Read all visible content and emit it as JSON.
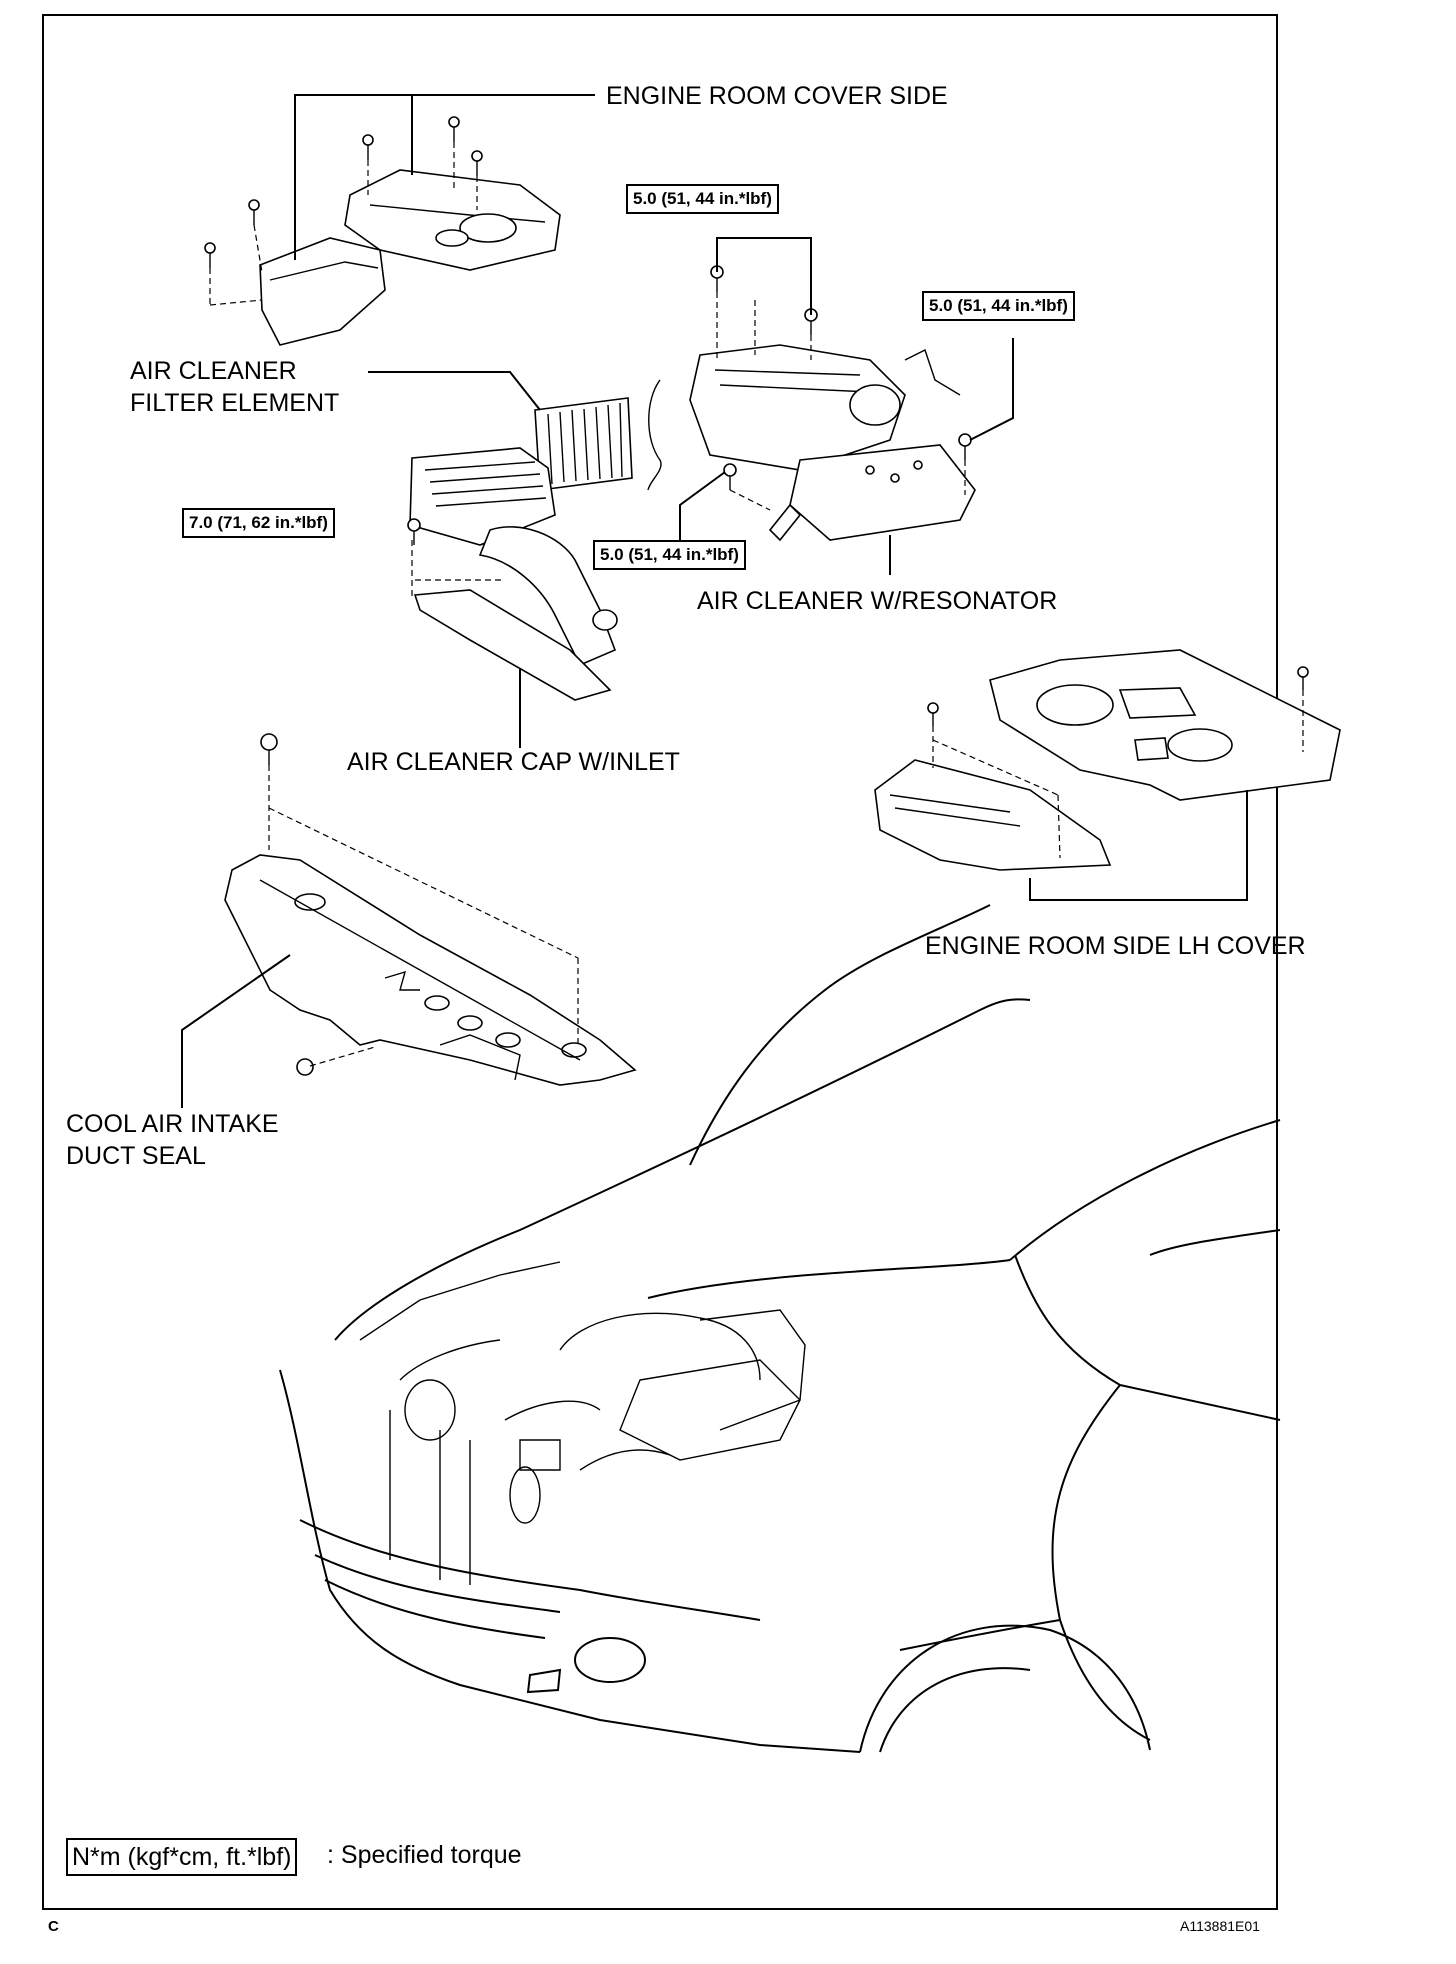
{
  "labels": {
    "engine_room_cover_side": "ENGINE ROOM COVER SIDE",
    "air_cleaner_filter_element_line1": "AIR CLEANER",
    "air_cleaner_filter_element_line2": "FILTER ELEMENT",
    "air_cleaner_w_resonator": "AIR CLEANER W/RESONATOR",
    "air_cleaner_cap_w_inlet": "AIR CLEANER CAP W/INLET",
    "engine_room_side_lh_cover": "ENGINE ROOM SIDE LH COVER",
    "cool_air_intake_duct_seal_line1": "COOL AIR INTAKE",
    "cool_air_intake_duct_seal_line2": "DUCT SEAL"
  },
  "torques": {
    "resonator_top": "5.0 (51, 44 in.*lbf)",
    "resonator_right": "5.0 (51, 44 in.*lbf)",
    "resonator_bottom": "5.0 (51, 44 in.*lbf)",
    "cap_inlet": "7.0 (71, 62 in.*lbf)"
  },
  "legend": {
    "unit_box": "N*m (kgf*cm, ft.*lbf)",
    "description": ": Specified torque"
  },
  "corner": {
    "section": "C",
    "figure_id": "A113881E01"
  }
}
